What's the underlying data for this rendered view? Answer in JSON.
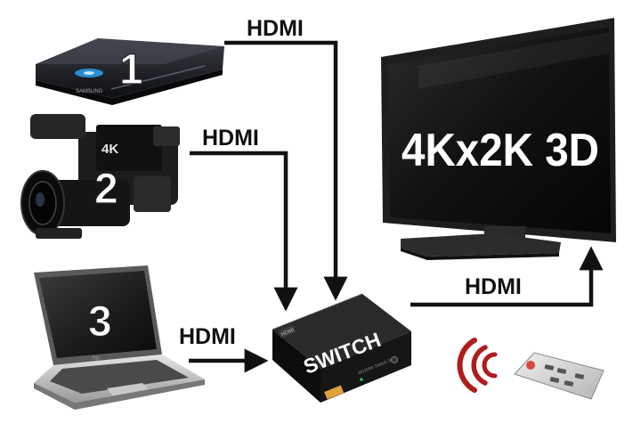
{
  "labels": {
    "hdmi_top": "HDMI",
    "hdmi_camera": "HDMI",
    "hdmi_laptop": "HDMI",
    "hdmi_output": "HDMI"
  },
  "devices": {
    "bluray_number": "1",
    "bluray_brand": "SAMSUNG",
    "camera_number": "2",
    "camera_badge": "4K",
    "laptop_number": "3",
    "laptop_brand": "hp"
  },
  "switch": {
    "label": "SWITCH",
    "sub_label": "HDMI",
    "side_text": "4KHDMI Switch 3x1"
  },
  "tv": {
    "screen_text": "4Kx2K 3D"
  },
  "colors": {
    "line": "#111111",
    "signal": "#b01c1c",
    "device_dark": "#1b1b1b"
  }
}
